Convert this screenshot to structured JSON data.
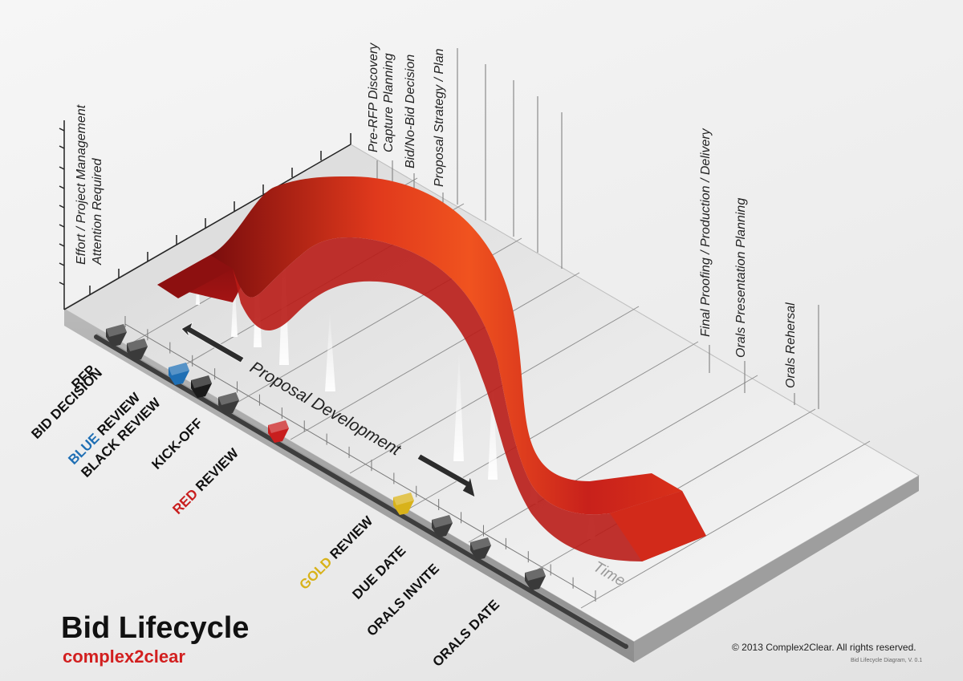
{
  "title": "Bid Lifecycle",
  "brand": {
    "part1": "complex",
    "part2": "2",
    "part3": "clear"
  },
  "y_axis_label": {
    "line1": "Effort / Project Management",
    "line2": "Attention Required"
  },
  "x_axis_label": "Time",
  "development_label": "Proposal Development",
  "phases": [
    {
      "line1": "Pre-RFP Discovery",
      "line2": "Capture Planning"
    },
    {
      "line1": "Bid/No-Bid Decision",
      "line2": ""
    },
    {
      "line1": "Proposal Strategy / Plan",
      "line2": ""
    },
    {
      "line1": "Final Proofing / Production / Delivery",
      "line2": ""
    },
    {
      "line1": "Orals Presentation Planning",
      "line2": ""
    },
    {
      "line1": "Orals Rehersal",
      "line2": ""
    }
  ],
  "milestones": [
    {
      "accent": "",
      "rest": "RFP",
      "accent_color": "",
      "marker_color": "#3a3a3a"
    },
    {
      "accent": "",
      "rest": "BID DECISION",
      "accent_color": "",
      "marker_color": "#3a3a3a"
    },
    {
      "accent": "BLUE",
      "rest": " REVIEW",
      "accent_color": "#1f6fb4",
      "marker_color": "#1f6fb4"
    },
    {
      "accent": "",
      "rest": "BLACK REVIEW",
      "accent_color": "",
      "marker_color": "#1a1a1a"
    },
    {
      "accent": "",
      "rest": "KICK-OFF",
      "accent_color": "",
      "marker_color": "#3a3a3a"
    },
    {
      "accent": "RED",
      "rest": " REVIEW",
      "accent_color": "#c81e1e",
      "marker_color": "#c81e1e"
    },
    {
      "accent": "GOLD",
      "rest": " REVIEW",
      "accent_color": "#d8b21a",
      "marker_color": "#d8b21a"
    },
    {
      "accent": "",
      "rest": "DUE DATE",
      "accent_color": "",
      "marker_color": "#3a3a3a"
    },
    {
      "accent": "",
      "rest": "ORALS INVITE",
      "accent_color": "",
      "marker_color": "#3a3a3a"
    },
    {
      "accent": "",
      "rest": "ORALS DATE",
      "accent_color": "",
      "marker_color": "#3a3a3a"
    }
  ],
  "copyright": "© 2013 Complex2Clear. All rights reserved.",
  "version": "Bid Lifecycle Diagram, V. 0.1",
  "colors": {
    "ribbon_dark": "#7a0d0d",
    "ribbon_mid": "#c8211b",
    "ribbon_light": "#f0531f",
    "brand_red": "#d21f1f"
  }
}
